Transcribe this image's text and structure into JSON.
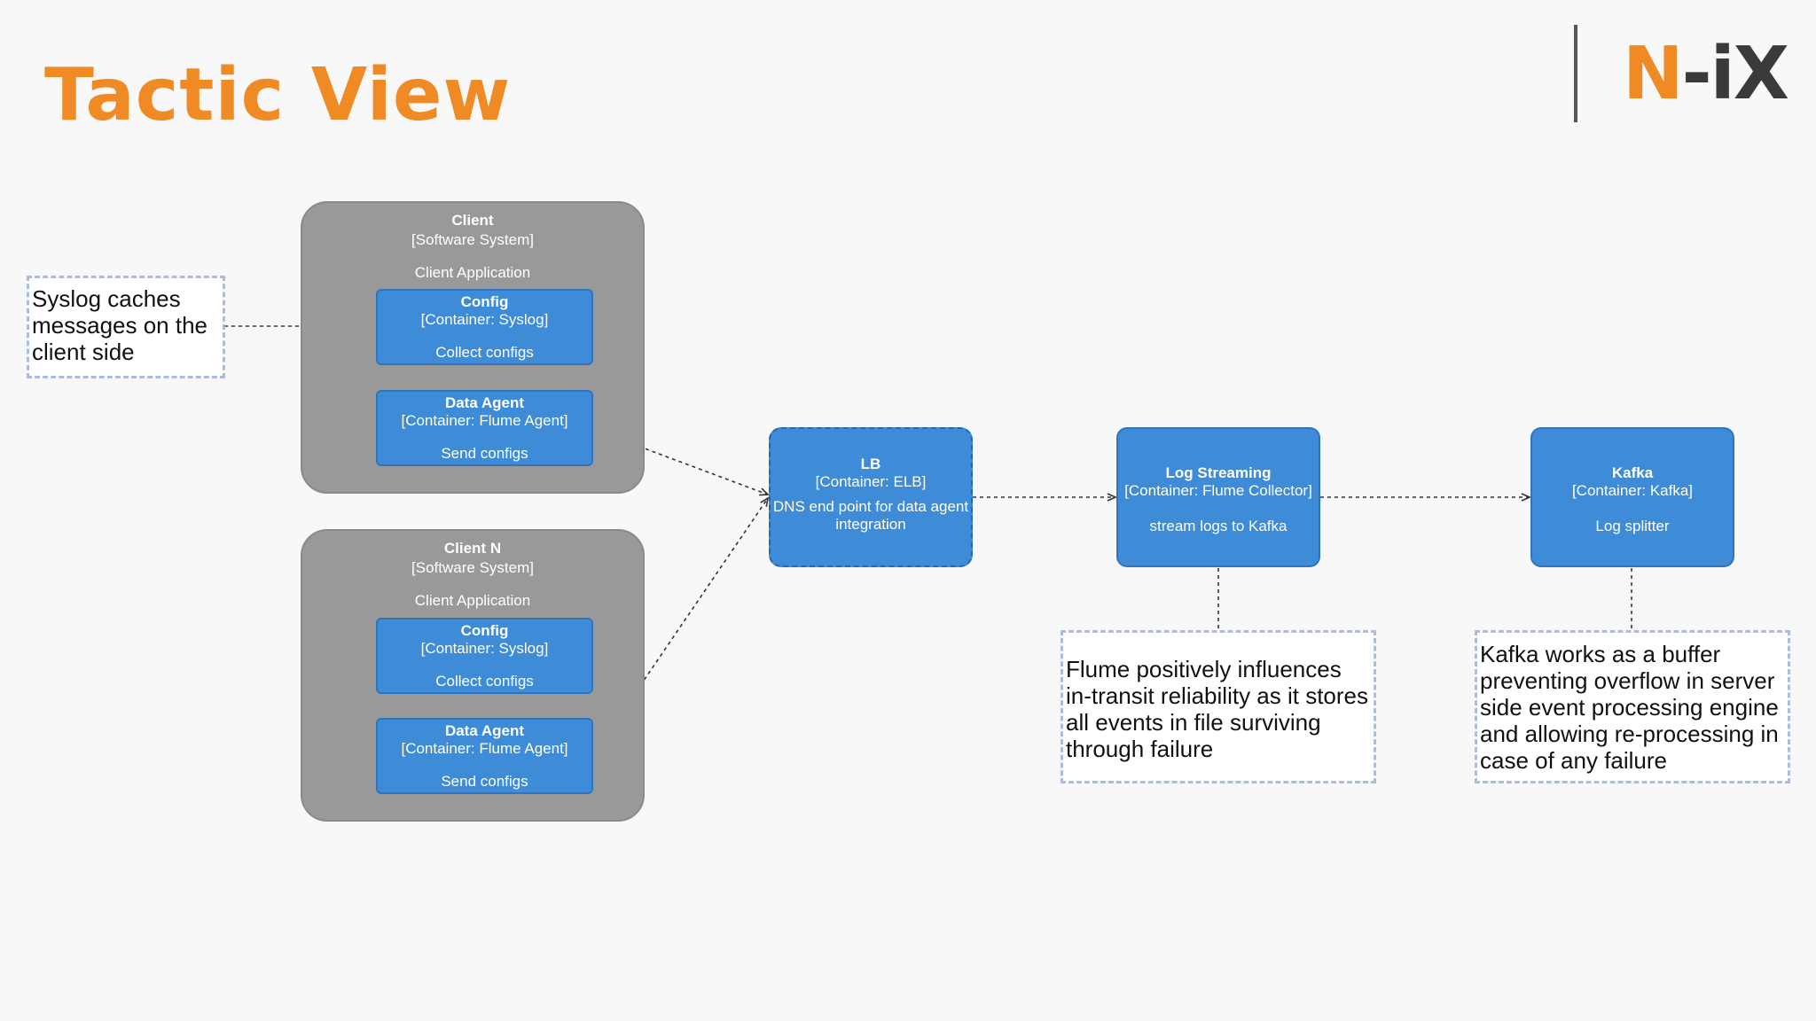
{
  "slide": {
    "title": "Tactic View"
  },
  "logo": {
    "part1": "N",
    "part2": "-iX"
  },
  "diagram": {
    "client": {
      "name": "Client",
      "type": "[Software System]",
      "desc": "Client Application",
      "config": {
        "name": "Config",
        "type": "[Container: Syslog]",
        "desc": "Collect configs"
      },
      "agent": {
        "name": "Data Agent",
        "type": "[Container: Flume Agent]",
        "desc": "Send configs"
      }
    },
    "client_n": {
      "name": "Client N",
      "type": "[Software System]",
      "desc": "Client Application",
      "config": {
        "name": "Config",
        "type": "[Container: Syslog]",
        "desc": "Collect configs"
      },
      "agent": {
        "name": "Data Agent",
        "type": "[Container: Flume Agent]",
        "desc": "Send configs"
      }
    },
    "lb": {
      "name": "LB",
      "type": "[Container: ELB]",
      "desc": "DNS end point for data agent integration"
    },
    "log_streaming": {
      "name": "Log Streaming",
      "type": "[Container: Flume Collector]",
      "desc": "stream logs to Kafka"
    },
    "kafka": {
      "name": "Kafka",
      "type": "[Container: Kafka]",
      "desc": "Log splitter"
    },
    "notes": {
      "syslog": "Syslog caches messages on the client side",
      "flume": "Flume positively influences in-transit reliability as it stores all events in file surviving through failure",
      "kafka": "Kafka works as a buffer preventing overflow in server side event processing engine and allowing re-processing in case of any failure"
    }
  }
}
